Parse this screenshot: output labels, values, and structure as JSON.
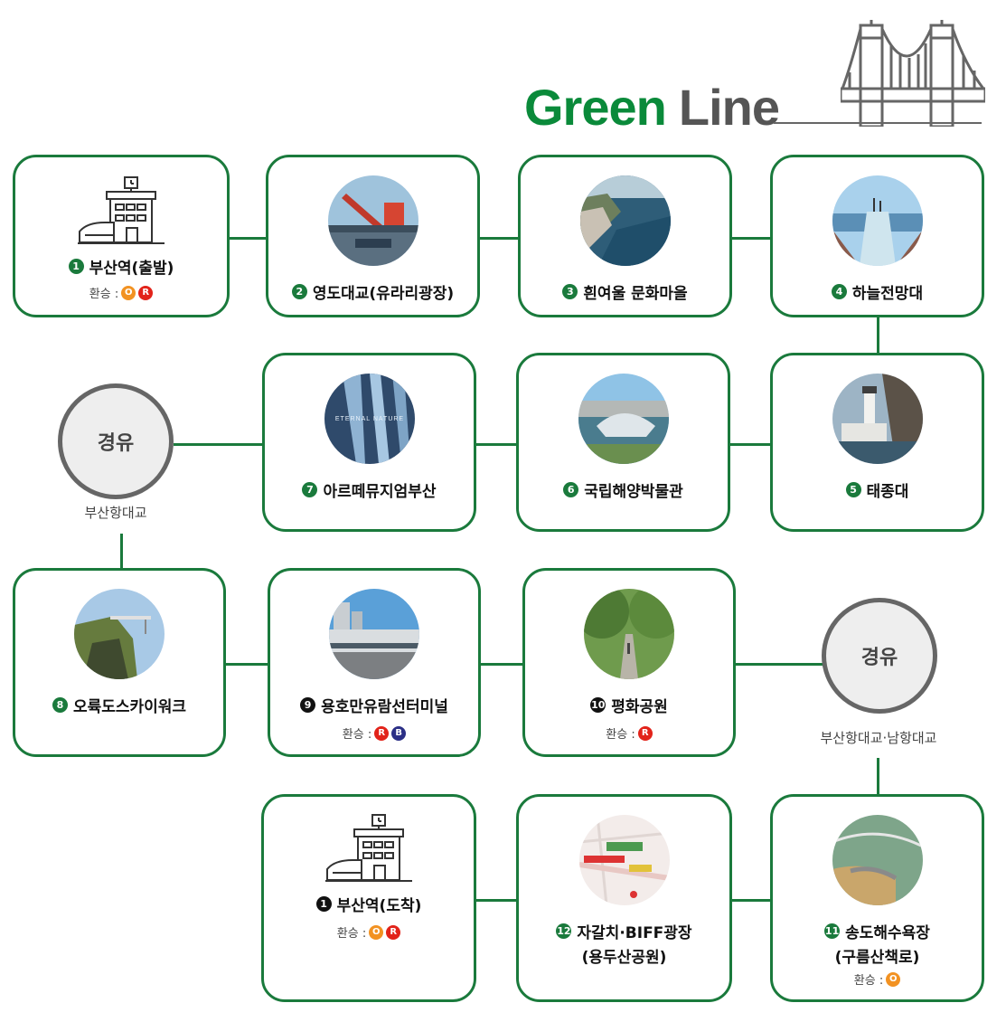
{
  "title": {
    "word1": "Green",
    "word2": "Line"
  },
  "colors": {
    "line_green": "#1a7a3c",
    "title_green": "#0a8a3a",
    "badge_orange": "#f29222",
    "badge_red": "#e2231a",
    "badge_navy": "#2b2f86"
  },
  "transfer_label": "환승 :",
  "badge_letters": {
    "orange": "O",
    "red": "R",
    "navy": "B"
  },
  "stops": [
    {
      "num": "1",
      "name": "부산역(출발)",
      "icon": "station-icon",
      "transfer": [
        "orange",
        "red"
      ]
    },
    {
      "num": "2",
      "name": "영도대교(유라리광장)",
      "icon": "bridge-photo"
    },
    {
      "num": "3",
      "name": "흰여울 문화마을",
      "icon": "coast-photo"
    },
    {
      "num": "4",
      "name": "하늘전망대",
      "icon": "skywalk-photo"
    },
    {
      "num": "5",
      "name": "태종대",
      "icon": "lighthouse-photo"
    },
    {
      "num": "6",
      "name": "국립해양박물관",
      "icon": "museum-photo"
    },
    {
      "num": "7",
      "name": "아르떼뮤지엄부산",
      "icon": "waterfall-photo",
      "photo_text": "ETERNAL NATURE"
    },
    {
      "num": "8",
      "name": "오륙도스카이워크",
      "icon": "cliff-photo"
    },
    {
      "num": "9",
      "name": "용호만유람선터미널",
      "icon": "terminal-photo",
      "transfer": [
        "red",
        "navy"
      ]
    },
    {
      "num": "10",
      "name": "평화공원",
      "icon": "park-photo",
      "transfer": [
        "red"
      ]
    },
    {
      "num": "11",
      "name": "송도해수욕장",
      "name2": "(구름산책로)",
      "icon": "beach-photo",
      "transfer": [
        "orange"
      ]
    },
    {
      "num": "12",
      "name": "자갈치·BIFF광장",
      "name2": "(용두산공원)",
      "icon": "map-photo"
    },
    {
      "num": "1",
      "name": "부산역(도착)",
      "icon": "station-icon",
      "transfer": [
        "orange",
        "red"
      ]
    }
  ],
  "via": [
    {
      "label": "경유",
      "caption": "부산항대교"
    },
    {
      "label": "경유",
      "caption": "부산항대교·남항대교"
    }
  ]
}
